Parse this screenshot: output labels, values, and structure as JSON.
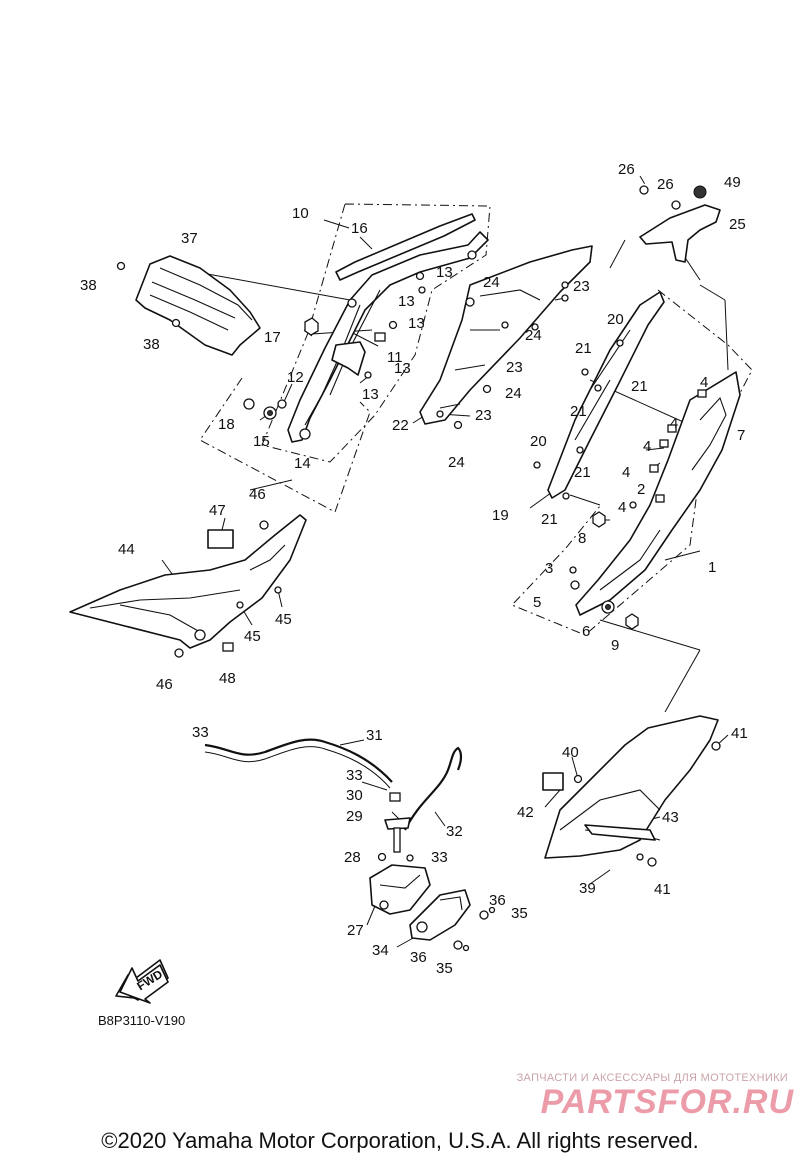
{
  "diagram": {
    "labels": [
      "1",
      "2",
      "3",
      "4",
      "4",
      "4",
      "4",
      "4",
      "5",
      "6",
      "7",
      "8",
      "9",
      "10",
      "11",
      "12",
      "13",
      "13",
      "13",
      "13",
      "13",
      "14",
      "15",
      "16",
      "17",
      "18",
      "19",
      "20",
      "20",
      "21",
      "21",
      "21",
      "21",
      "21",
      "22",
      "23",
      "23",
      "23",
      "24",
      "24",
      "24",
      "24",
      "25",
      "26",
      "26",
      "27",
      "28",
      "29",
      "30",
      "31",
      "32",
      "33",
      "33",
      "33",
      "34",
      "35",
      "35",
      "36",
      "36",
      "37",
      "38",
      "38",
      "39",
      "40",
      "41",
      "41",
      "42",
      "43",
      "44",
      "45",
      "45",
      "46",
      "46",
      "47",
      "48",
      "49"
    ],
    "fwd_label": "FWD",
    "reference_code": "B8P3110-V190"
  },
  "watermark": {
    "tagline": "ЗАПЧАСТИ И АКСЕССУАРЫ ДЛЯ МОТОТЕХНИКИ",
    "logo": "PARTSFOR.RU"
  },
  "copyright": "©2020 Yamaha Motor Corporation, U.S.A. All rights reserved."
}
